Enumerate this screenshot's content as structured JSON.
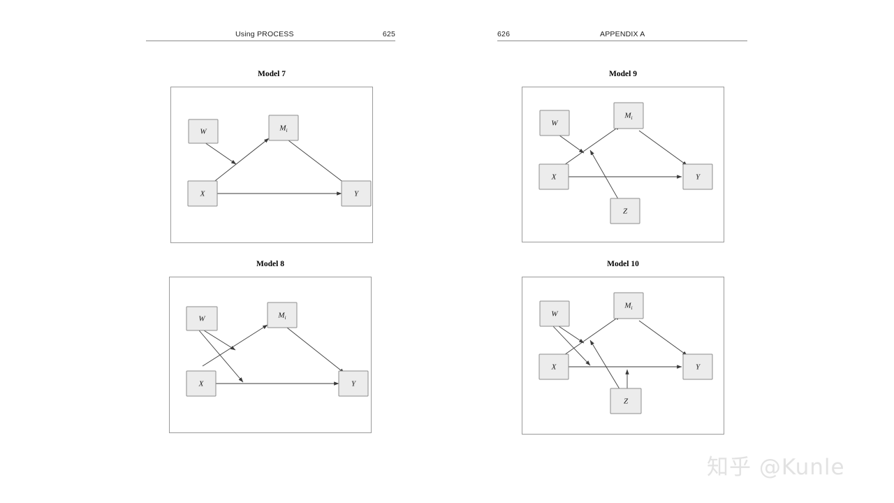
{
  "document": {
    "headers": [
      {
        "id": "left",
        "title": "Using PROCESS",
        "folio": "625"
      },
      {
        "id": "right",
        "title": "APPENDIX A",
        "folio": "626"
      }
    ],
    "watermark": "知乎 @Kunle"
  },
  "colors": {
    "page_background": "#ffffff",
    "node_fill": "#ececec",
    "node_stroke": "#8d8d8d",
    "edge_stroke": "#3a3a3a",
    "frame_stroke": "#9a9a9a",
    "rule_stroke": "#8a8a8a",
    "watermark": "#e2e2e2"
  },
  "figures": [
    {
      "id": "model-7",
      "title": "Model 7",
      "nodes": [
        {
          "id": "W",
          "label": "W",
          "sub": ""
        },
        {
          "id": "M",
          "label": "M",
          "sub": "i"
        },
        {
          "id": "X",
          "label": "X",
          "sub": ""
        },
        {
          "id": "Y",
          "label": "Y",
          "sub": ""
        }
      ],
      "edges": [
        {
          "from": "X",
          "to": "M",
          "kind": "direct"
        },
        {
          "from": "X",
          "to": "Y",
          "kind": "direct"
        },
        {
          "from": "M",
          "to": "Y",
          "kind": "direct"
        },
        {
          "from": "W",
          "to": "X->M",
          "kind": "moderation"
        }
      ]
    },
    {
      "id": "model-8",
      "title": "Model 8",
      "nodes": [
        {
          "id": "W",
          "label": "W",
          "sub": ""
        },
        {
          "id": "M",
          "label": "M",
          "sub": "i"
        },
        {
          "id": "X",
          "label": "X",
          "sub": ""
        },
        {
          "id": "Y",
          "label": "Y",
          "sub": ""
        }
      ],
      "edges": [
        {
          "from": "X",
          "to": "M",
          "kind": "direct"
        },
        {
          "from": "X",
          "to": "Y",
          "kind": "direct"
        },
        {
          "from": "M",
          "to": "Y",
          "kind": "direct"
        },
        {
          "from": "W",
          "to": "X->M",
          "kind": "moderation"
        },
        {
          "from": "W",
          "to": "X->Y",
          "kind": "moderation"
        }
      ]
    },
    {
      "id": "model-9",
      "title": "Model 9",
      "nodes": [
        {
          "id": "W",
          "label": "W",
          "sub": ""
        },
        {
          "id": "M",
          "label": "M",
          "sub": "i"
        },
        {
          "id": "X",
          "label": "X",
          "sub": ""
        },
        {
          "id": "Y",
          "label": "Y",
          "sub": ""
        },
        {
          "id": "Z",
          "label": "Z",
          "sub": ""
        }
      ],
      "edges": [
        {
          "from": "X",
          "to": "M",
          "kind": "direct"
        },
        {
          "from": "X",
          "to": "Y",
          "kind": "direct"
        },
        {
          "from": "M",
          "to": "Y",
          "kind": "direct"
        },
        {
          "from": "W",
          "to": "X->M",
          "kind": "moderation"
        },
        {
          "from": "Z",
          "to": "X->M",
          "kind": "moderation"
        }
      ]
    },
    {
      "id": "model-10",
      "title": "Model 10",
      "nodes": [
        {
          "id": "W",
          "label": "W",
          "sub": ""
        },
        {
          "id": "M",
          "label": "M",
          "sub": "i"
        },
        {
          "id": "X",
          "label": "X",
          "sub": ""
        },
        {
          "id": "Y",
          "label": "Y",
          "sub": ""
        },
        {
          "id": "Z",
          "label": "Z",
          "sub": ""
        }
      ],
      "edges": [
        {
          "from": "X",
          "to": "M",
          "kind": "direct"
        },
        {
          "from": "X",
          "to": "Y",
          "kind": "direct"
        },
        {
          "from": "M",
          "to": "Y",
          "kind": "direct"
        },
        {
          "from": "W",
          "to": "X->M",
          "kind": "moderation"
        },
        {
          "from": "W",
          "to": "X->Y",
          "kind": "moderation"
        },
        {
          "from": "Z",
          "to": "X->M",
          "kind": "moderation"
        },
        {
          "from": "Z",
          "to": "X->Y",
          "kind": "moderation"
        }
      ]
    }
  ]
}
